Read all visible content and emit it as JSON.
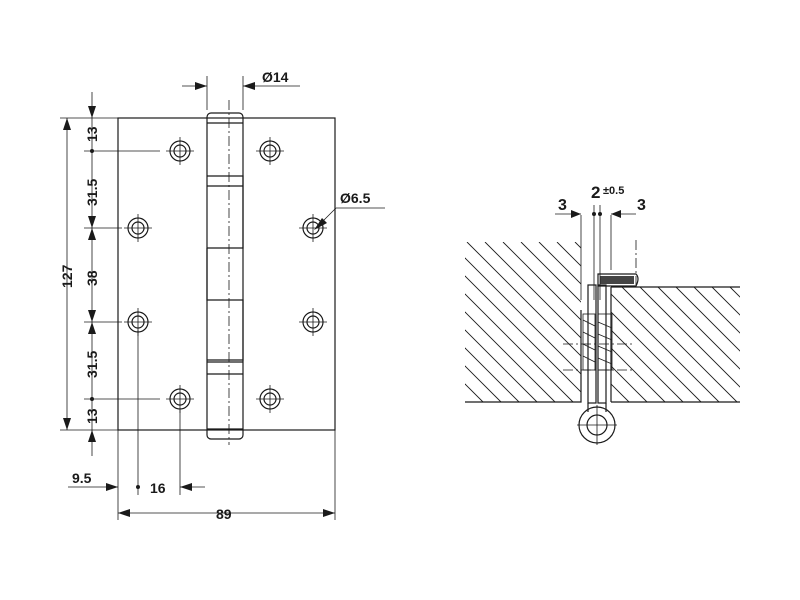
{
  "hinge_front_view": {
    "dimensions": {
      "knuckle_diameter": "Ø14",
      "hole_diameter": "Ø6.5",
      "height_total": "127",
      "top_margin": "13",
      "upper_spacing": "31.5",
      "middle_spacing": "38",
      "lower_spacing": "31.5",
      "bottom_margin": "13",
      "edge_offset": "9.5",
      "hole_offset": "16",
      "width_total": "89"
    }
  },
  "hinge_section_view": {
    "dimensions": {
      "gap": "2",
      "gap_tolerance": "±0.5",
      "left_clearance": "3",
      "right_clearance": "3"
    }
  }
}
